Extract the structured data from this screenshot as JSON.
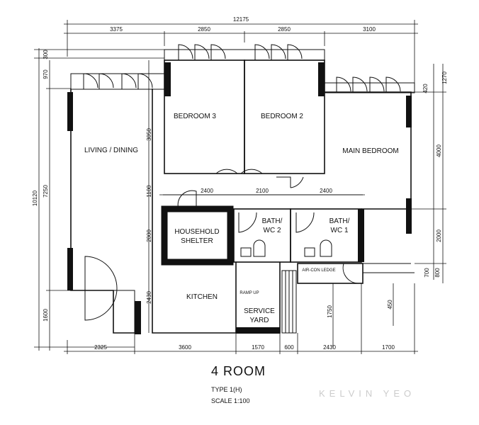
{
  "plan": {
    "title": "4 ROOM",
    "type": "TYPE 1(H)",
    "scale": "SCALE 1:100",
    "watermark": "KELVIN YEO"
  },
  "rooms": {
    "living": "LIVING / DINING",
    "bedroom3": "BEDROOM 3",
    "bedroom2": "BEDROOM 2",
    "main_bedroom": "MAIN BEDROOM",
    "shelter_1": "HOUSEHOLD",
    "shelter_2": "SHELTER",
    "bath2_1": "BATH/",
    "bath2_2": "WC 2",
    "bath1_1": "BATH/",
    "bath1_2": "WC 1",
    "kitchen": "KITCHEN",
    "yard_1": "SERVICE",
    "yard_2": "YARD",
    "aircon": "AIR-CON LEDGE",
    "ramp": "RAMP UP"
  },
  "dimensions": {
    "overall_width": "12175",
    "top": [
      "3375",
      "2850",
      "2850",
      "3100"
    ],
    "bottom": [
      "2325",
      "3600",
      "1570",
      "600",
      "2430",
      "1700"
    ],
    "middle": [
      "2400",
      "2100",
      "2400"
    ],
    "left_outer": "10120",
    "left_inner": "7250",
    "left_top": [
      "300",
      "970"
    ],
    "left_bottom": "1600",
    "inner_vertical": [
      "3050",
      "1100",
      "2000",
      "2430"
    ],
    "right": [
      "1270",
      "420",
      "4000",
      "2000",
      "700",
      "800"
    ],
    "lower": [
      "1750",
      "450"
    ]
  }
}
